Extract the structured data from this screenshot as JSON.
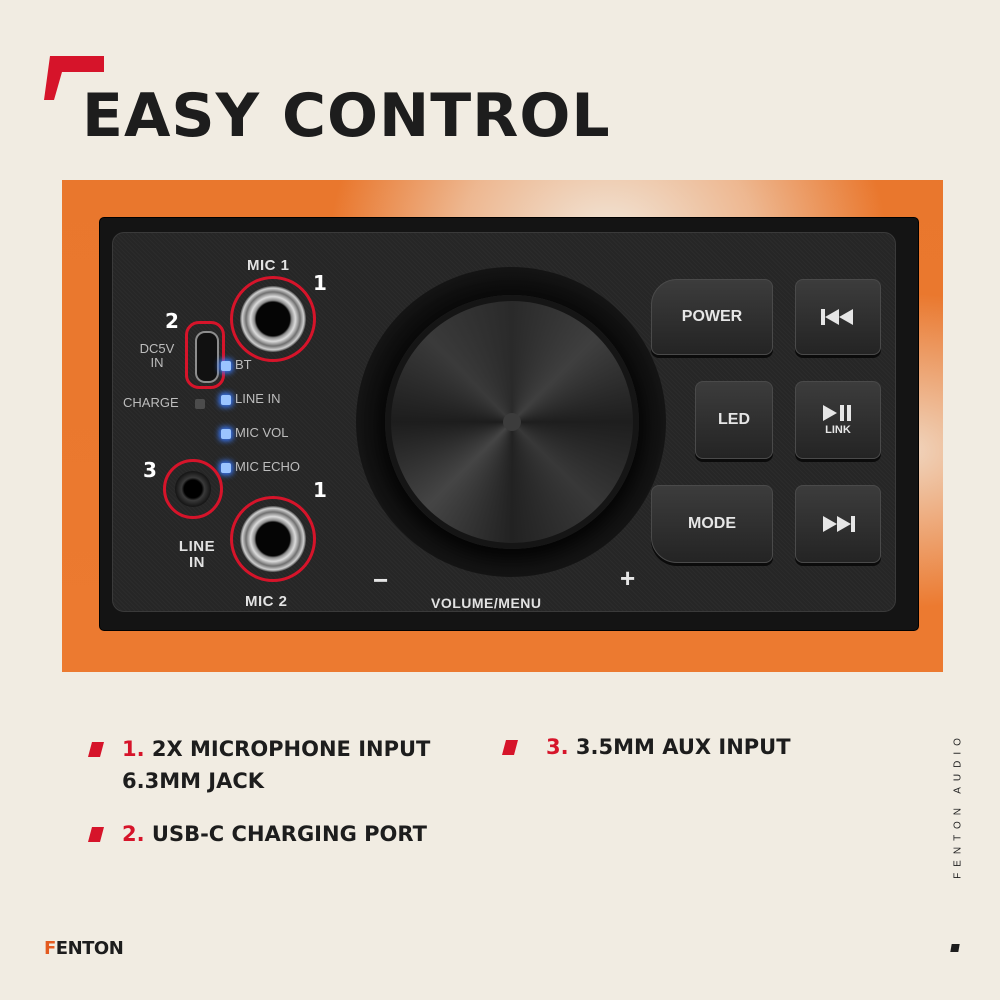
{
  "header": {
    "title": "EASY CONTROL"
  },
  "colors": {
    "accent_red": "#d6142a",
    "band_orange": "#e9772d",
    "background": "#f1ece2"
  },
  "panel": {
    "mic1_label": "MIC 1",
    "mic2_label": "MIC 2",
    "line_in_label": "LINE IN",
    "dc_label": "DC5V IN",
    "charge_label": "CHARGE",
    "indicators": [
      "BT",
      "LINE IN",
      "MIC VOL",
      "MIC ECHO"
    ],
    "volume_label": "VOLUME/MENU",
    "minus_label": "−",
    "plus_label": "+",
    "callouts": {
      "mic1": "1",
      "usb": "2",
      "aux": "3",
      "mic2": "1"
    },
    "buttons": {
      "power": "POWER",
      "led": "LED",
      "mode": "MODE",
      "link": "LINK"
    },
    "icons": {
      "prev": "previous-track-icon",
      "play": "play-pause-icon",
      "next": "next-track-icon"
    }
  },
  "features": [
    {
      "num": "1.",
      "line1": "2X MICROPHONE INPUT",
      "line2": "6.3MM JACK"
    },
    {
      "num": "2.",
      "line1": "USB-C CHARGING PORT"
    },
    {
      "num": "3.",
      "line1": "3.5MM AUX INPUT"
    }
  ],
  "brand": {
    "first": "F",
    "rest": "ENTON",
    "side": "FENTON AUDIO"
  }
}
